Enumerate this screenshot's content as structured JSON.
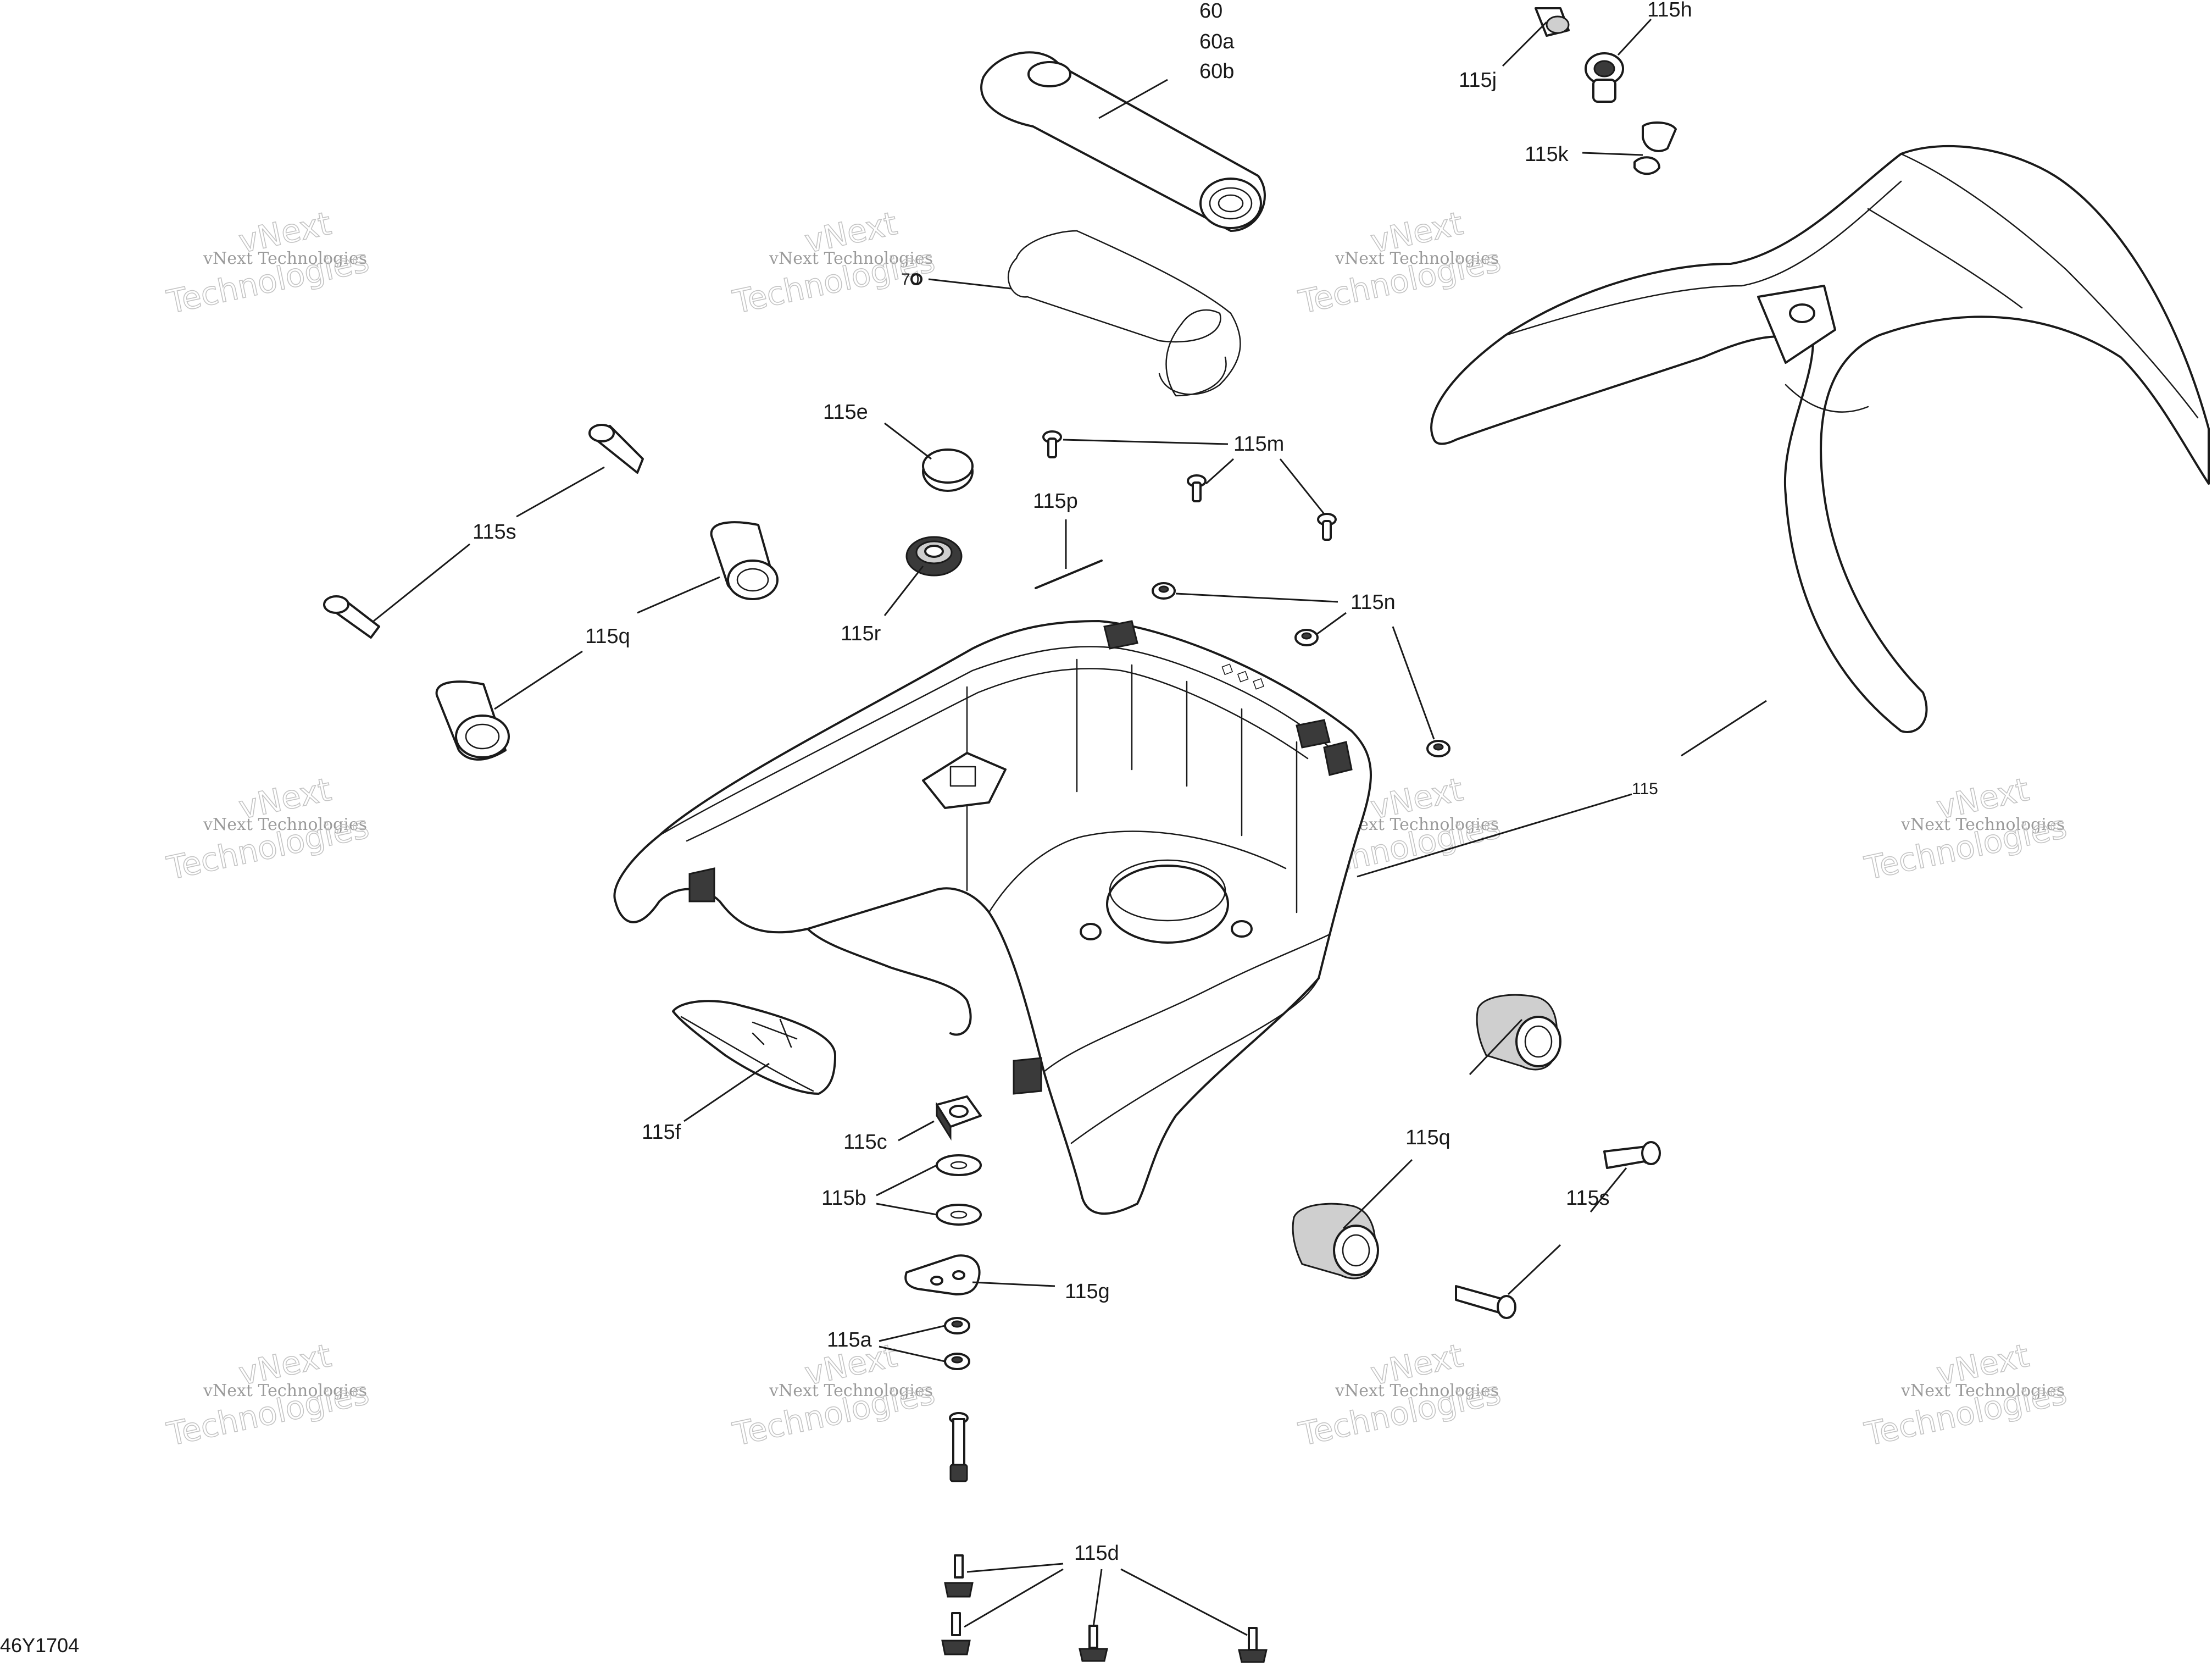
{
  "drawing_id": "46Y1704",
  "watermark": {
    "line1": "vNext",
    "line2": "vNext Technologies",
    "line3": "Technologies"
  },
  "callouts": {
    "c60": "60",
    "c60a": "60a",
    "c60b": "60b",
    "c70": "70",
    "c115": "115",
    "c115a": "115a",
    "c115b": "115b",
    "c115c": "115c",
    "c115d": "115d",
    "c115e": "115e",
    "c115f": "115f",
    "c115g": "115g",
    "c115h": "115h",
    "c115j": "115j",
    "c115k": "115k",
    "c115m": "115m",
    "c115n": "115n",
    "c115p": "115p",
    "c115q_left": "115q",
    "c115q_right": "115q",
    "c115r": "115r",
    "c115s_left": "115s",
    "c115s_right": "115s"
  }
}
